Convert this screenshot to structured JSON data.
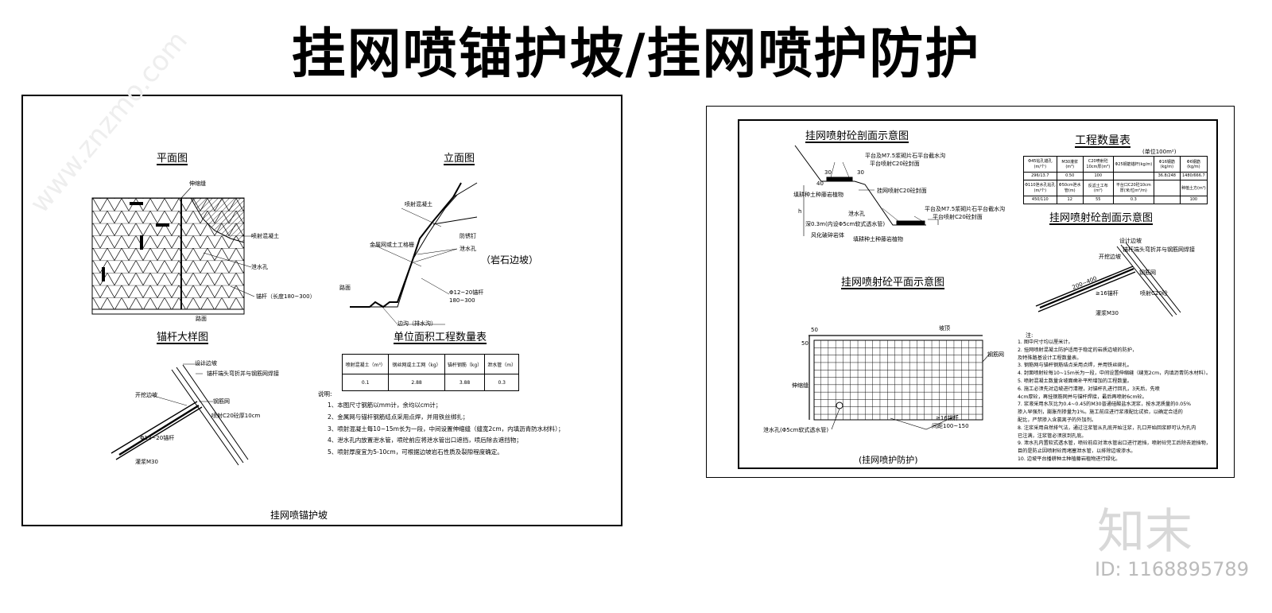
{
  "title": "挂网喷锚护坡/挂网喷护防护",
  "left": {
    "plan_title": "平面图",
    "elevation_title": "立面图",
    "anchor_title": "锚杆大样图",
    "table_title": "单位面积工程数量表",
    "rock_slope": "（岩石边坡）",
    "caption": "挂网喷锚护坡",
    "plan_labels": {
      "joint": "伸缩缝",
      "shotcrete": "喷射混凝土",
      "drain": "泄水孔",
      "anchor": "锚杆（长度180~300）",
      "road": "路面"
    },
    "elev_labels": {
      "shotcrete": "喷射混凝土",
      "nail": "防锈钉",
      "mesh": "金属网或土工格栅",
      "drain": "泄水孔",
      "anchor": "Φ12~20锚杆",
      "anchor_len": "180~300",
      "road": "路面",
      "ditch": "边沟（排水沟）"
    },
    "anchor_labels": {
      "design": "设计边坡",
      "bend": "锚杆端头弯折并与钢筋网焊接",
      "excav": "开挖边坡",
      "mesh": "钢筋网",
      "spray": "喷射C20砼厚10cm",
      "rod": "Φ12~20锚杆",
      "grout": "灌浆M30"
    },
    "table": {
      "headers": [
        "喷射混凝土（m³）",
        "钢丝网或土工网（kg）",
        "锚杆钢筋（kg）",
        "泄水管（m）"
      ],
      "values": [
        "0.1",
        "2.88",
        "3.88",
        "0.3"
      ]
    },
    "notes_title": "说明:",
    "notes": [
      "1、本图尺寸钢筋以mm计，余均以cm计；",
      "2、金属网与锚杆钢筋结点采用点焊，并用铁丝绑扎；",
      "3、喷射混凝土每10~15m长为一段，中间设置伸缩缝（缝宽2cm，内填沥青防水材料）；",
      "4、泄水孔内放置泄水管，喷砼前应将泄水管出口遮挡，喷后除去遮挡物；",
      "5、喷射厚度宜为5-10cm，可根据边坡岩石性质及裂隙程度确定。"
    ]
  },
  "right": {
    "section_title": "挂网喷射砼剖面示意图",
    "qty_title": "工程数量表",
    "qty_unit": "(单位100m²)",
    "qty_rows": [
      [
        "Φ45钻孔锚孔(m/个)",
        "M30灌浆(m³)",
        "C20喷射砼10cm厚(m³)",
        "Φ25钢筋锚杆(kg/m)",
        "Φ16钢筋(kg/m)",
        "Φ6钢筋(kg/m)"
      ],
      [
        "296/13.7",
        "0.50",
        "100",
        "",
        "36.8/248",
        "1480/666.7"
      ],
      [
        "Φ110泄水孔钻孔(m/个)",
        "Φ50cm泄水管(m)",
        "反滤土工布(m²)",
        "平台口C20砼10cm厚(米/位m²/m)",
        "",
        "种植土方(m³)"
      ],
      [
        "450/110",
        "12",
        "55",
        "0.3",
        "",
        "100"
      ]
    ],
    "section2_title": "挂网喷射砼剖面示意图",
    "plan_title": "挂网喷射砼平面示意图",
    "section_labels": {
      "platform1": "平台及M7.5浆砌片石平台截水沟",
      "seal1": "平台喷射C20砼封面",
      "plant1": "填耕种土种藤岩植物",
      "mesh_seal": "挂网喷射C20砼封面",
      "platform2": "平台及M7.5浆砌片石平台截水沟",
      "seal2": "平台喷射C20砼封面",
      "drain": "泄水孔",
      "depth": "深0.3m(内设Φ5cm软式透水管)",
      "rock": "风化破碎岩体",
      "plant2": "填耕种土种藤岩植物",
      "d30a": "30",
      "d30b": "30",
      "d40": "40",
      "h": "h"
    },
    "detail_labels": {
      "design": "设计边坡",
      "bend": "锚杆端头弯折并与钢筋网焊接",
      "excav": "开挖边坡",
      "mesh": "钢筋网",
      "rod": "≥16锚杆",
      "spray": "喷射C20砼",
      "grout": "灌浆M30",
      "len": "200~400"
    },
    "grid_labels": {
      "top": "坡顶",
      "mesh": "钢筋网",
      "joint": "伸缩缝",
      "drain": "泄水孔(Φ5cm软式透水管)",
      "rod": "≥16锚杆",
      "spacing": "间距100~150",
      "d50a": "50",
      "d50b": "50"
    },
    "caption": "(挂网喷护防护)",
    "notes_title": "注:",
    "notes": [
      "1.  图中尺寸均以厘米计。",
      "2.  挂网喷射混凝土防护适用于稳定的岩质边坡的防护，",
      "    及特殊路基设计工程数量表。",
      "3.  钢筋网与锚杆钢筋结点采用点焊，并用铁丝绑扎。",
      "4.  封面喷射砼每10~15m长为一段，中间设置伸缩缝（缝宽2cm，内填沥青防水材料）。",
      "5.  喷射混凝土数量含坡面凿补平所增加的工程数量。",
      "6.  施工必须先对边坡进行清理，对锚杆孔进行回孔，3天后，先喷",
      "    4cm厚砼，再挂钢筋网并与锚杆焊接，最后再喷射6cm砼。",
      "7.  浆液采用水灰比为0.4~0.45的M30普通硅酸盐水泥浆，按水泥质量的0.05%",
      "    掺入早强剂，膨胀剂掺量为1%。施工前应进行浆液配比试验，以确定合适的",
      "    配比，严禁掺入含氯离子的外加剂。",
      "8.  注浆采用自然排气法，通过注浆管从孔底开始注浆，孔口开始回浆即可认为孔内",
      "    已注满，注浆管必须放到孔底。",
      "9.  泄水孔内置软式透水管，喷砼前应对泄水管出口进行遮挡，喷射砼完工后除去遮挡物，",
      "    目的是防止因喷射砼而堵塞泄水管，以排除边坡渗水。",
      "10. 边坡平台播耕种土种植藤岩植物进行绿化。"
    ]
  },
  "watermark": {
    "logo": "知末",
    "id": "ID: 1168895789",
    "site": "www.znzmo.com"
  }
}
